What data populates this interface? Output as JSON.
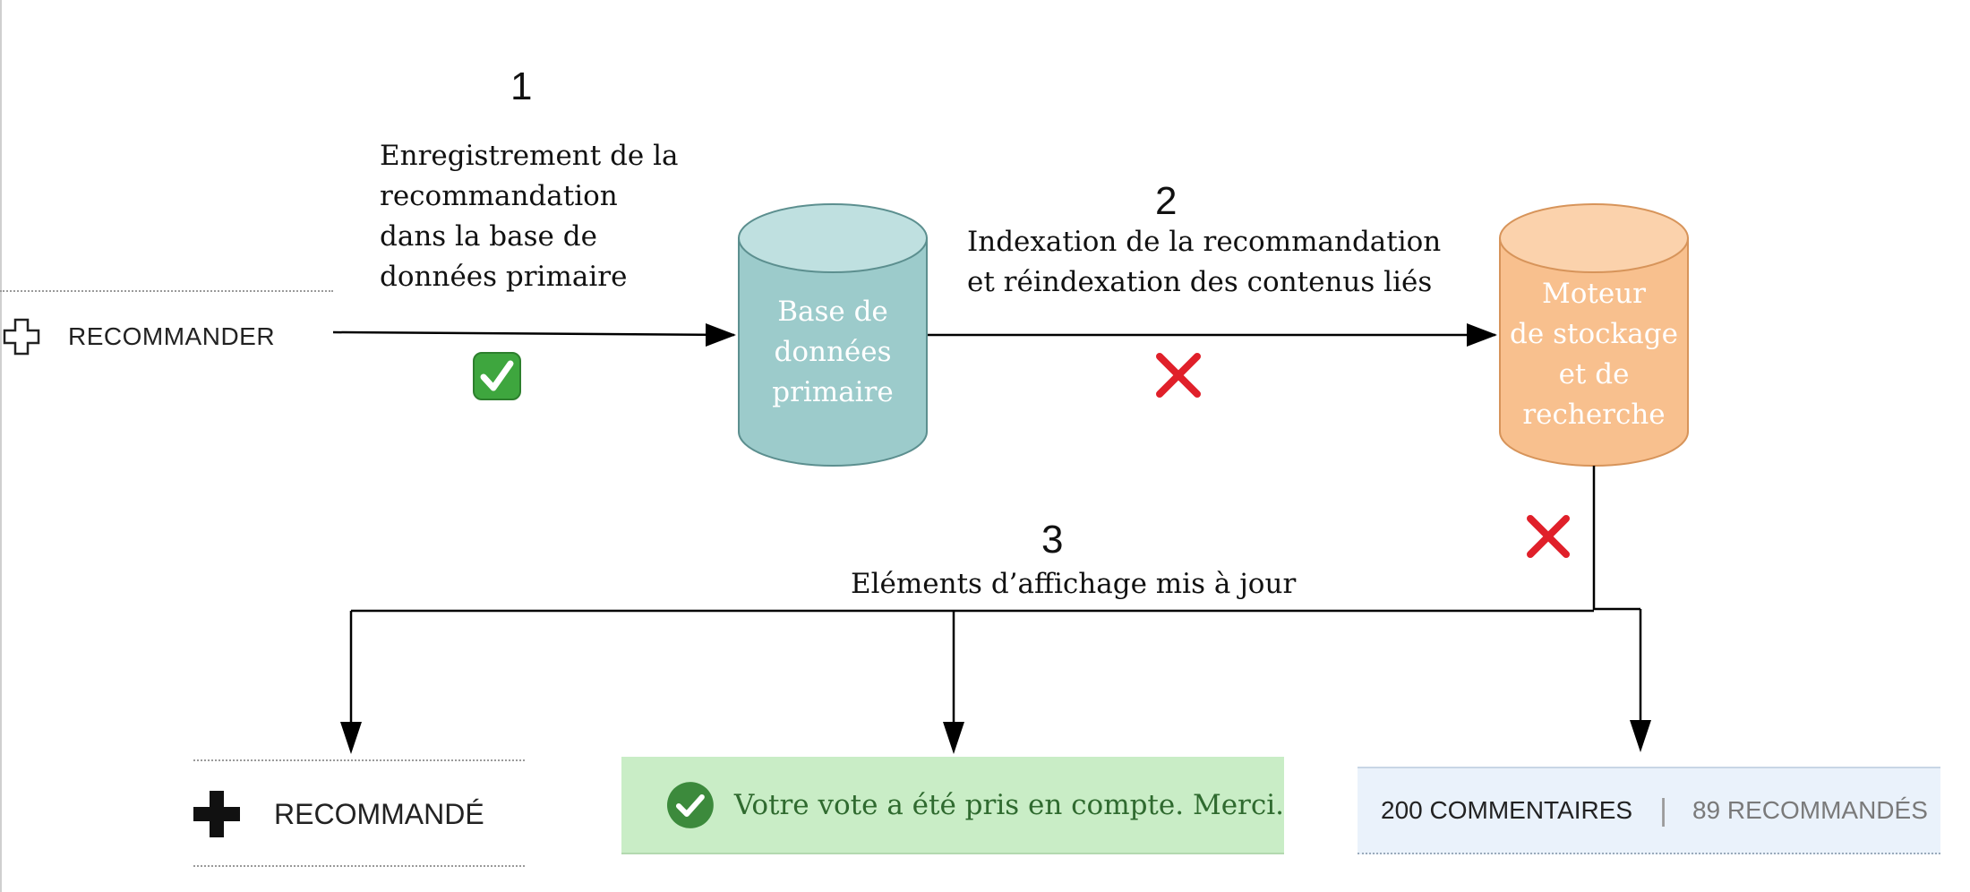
{
  "step1": {
    "number": "1",
    "lines": [
      "Enregistrement de la",
      "recommandation",
      "dans la base de",
      "données primaire"
    ],
    "status_icon": "green-check-icon"
  },
  "step2": {
    "number": "2",
    "lines": [
      "Indexation de la recommandation",
      "et réindexation des contenus liés"
    ],
    "status_icon": "red-cross-icon"
  },
  "step3": {
    "number": "3",
    "label": "Eléments d’affichage mis à jour",
    "status_icon": "red-cross-icon"
  },
  "db_primary": {
    "lines": [
      "Base de",
      "données",
      "primaire"
    ],
    "color": "#9ccbcb"
  },
  "search_engine": {
    "lines": [
      "Moteur",
      "de stockage",
      "et de",
      "recherche"
    ],
    "color": "#f8c08e"
  },
  "recommend_button": {
    "label": "RECOMMANDER",
    "icon": "plus-outline-icon"
  },
  "recommended_button": {
    "label": "RECOMMANDÉ",
    "icon": "plus-filled-icon"
  },
  "vote_message": {
    "text": "Votre vote a été pris en compte. Merci.",
    "bg": "#c9edc6",
    "icon": "check-circle-icon"
  },
  "stats_bar": {
    "comments": "200 COMMENTAIRES",
    "separator": "|",
    "recommended": "89 RECOMMANDÉS",
    "bg": "#eaf2fb"
  },
  "colors": {
    "check_green": "#3ea63e",
    "cross_red": "#e0202a"
  }
}
